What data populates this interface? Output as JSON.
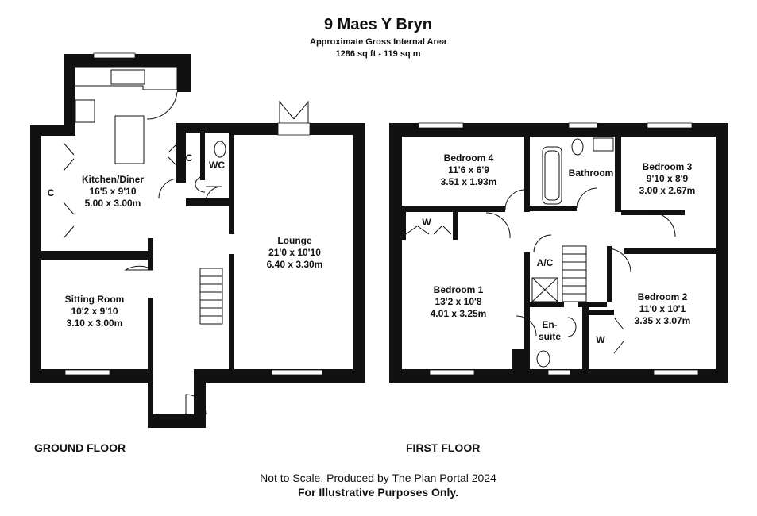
{
  "header": {
    "title": "9 Maes Y Bryn",
    "subtitle": "Approximate Gross Internal Area",
    "area": "1286 sq ft - 119 sq m"
  },
  "floors": {
    "ground_label": "GROUND FLOOR",
    "first_label": "FIRST FLOOR"
  },
  "rooms": {
    "kitchen": {
      "name": "Kitchen/Diner",
      "imperial": "16'5 x 9'10",
      "metric": "5.00 x 3.00m"
    },
    "sitting": {
      "name": "Sitting Room",
      "imperial": "10'2 x 9'10",
      "metric": "3.10 x 3.00m"
    },
    "lounge": {
      "name": "Lounge",
      "imperial": "21'0 x 10'10",
      "metric": "6.40 x 3.30m"
    },
    "bedroom4": {
      "name": "Bedroom 4",
      "imperial": "11'6 x 6'9",
      "metric": "3.51 x 1.93m"
    },
    "bedroom3": {
      "name": "Bedroom 3",
      "imperial": "9'10 x 8'9",
      "metric": "3.00 x 2.67m"
    },
    "bedroom1": {
      "name": "Bedroom 1",
      "imperial": "13'2 x 10'8",
      "metric": "4.01 x 3.25m"
    },
    "bedroom2": {
      "name": "Bedroom 2",
      "imperial": "11'0 x 10'1",
      "metric": "3.35 x 3.07m"
    }
  },
  "labels": {
    "wc": "WC",
    "bathroom": "Bathroom",
    "ac": "A/C",
    "ensuite_line1": "En-",
    "ensuite_line2": "suite",
    "cupboard": "C",
    "wardrobe": "W"
  },
  "footer": {
    "line1": "Not to Scale. Produced by The Plan Portal 2024",
    "line2": "For Illustrative Purposes Only."
  }
}
